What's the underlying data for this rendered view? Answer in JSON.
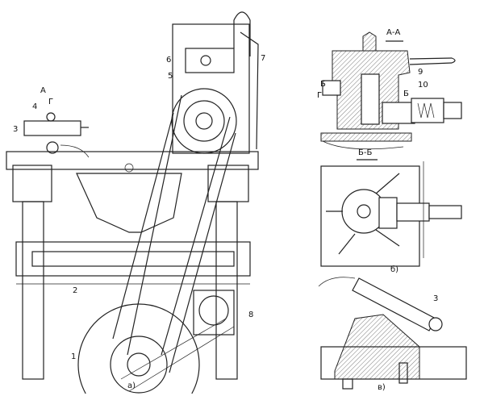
{
  "figure_a": {
    "caption": "а)",
    "labels": {
      "A": "А",
      "G": "Г",
      "n1": "1",
      "n2": "2",
      "n3": "3",
      "n4": "4",
      "n5": "5",
      "n6": "6",
      "n7": "7",
      "n8": "8"
    }
  },
  "figure_aa": {
    "section_title": "А-А",
    "labels": {
      "n9": "9",
      "n10": "10",
      "B1": "Б",
      "B2": "Б",
      "G": "Г"
    },
    "section_bb": "Б-Б"
  },
  "figure_b": {
    "caption": "б)"
  },
  "figure_v": {
    "caption": "в)",
    "labels": {
      "n3": "3"
    }
  }
}
